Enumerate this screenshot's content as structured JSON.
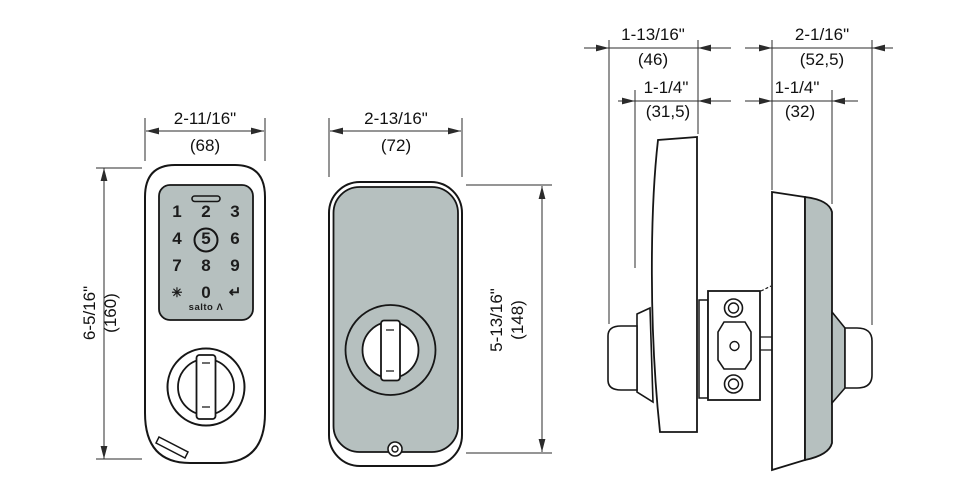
{
  "drawing": {
    "front": {
      "width_in": "2-11/16\"",
      "width_mm": "(68)",
      "height_in": "6-5/16\"",
      "height_mm": "(160)"
    },
    "back": {
      "width_in": "2-13/16\"",
      "width_mm": "(72)",
      "height_in": "5-13/16\"",
      "height_mm": "(148)"
    },
    "side": {
      "ext_total_in": "1-13/16\"",
      "ext_total_mm": "(46)",
      "ext_body_in": "1-1/4\"",
      "ext_body_mm": "(31,5)",
      "int_total_in": "2-1/16\"",
      "int_total_mm": "(52,5)",
      "int_body_in": "1-1/4\"",
      "int_body_mm": "(32)"
    }
  },
  "keypad": {
    "keys": [
      "1",
      "2",
      "3",
      "4",
      "5",
      "6",
      "7",
      "8",
      "9",
      "✳",
      "0",
      "↵"
    ],
    "brand": "salto Λ"
  },
  "colors": {
    "body_gray": "#b6c0bf",
    "outline": "#161616",
    "dimension": "#2b2b2b",
    "background": "#ffffff"
  }
}
